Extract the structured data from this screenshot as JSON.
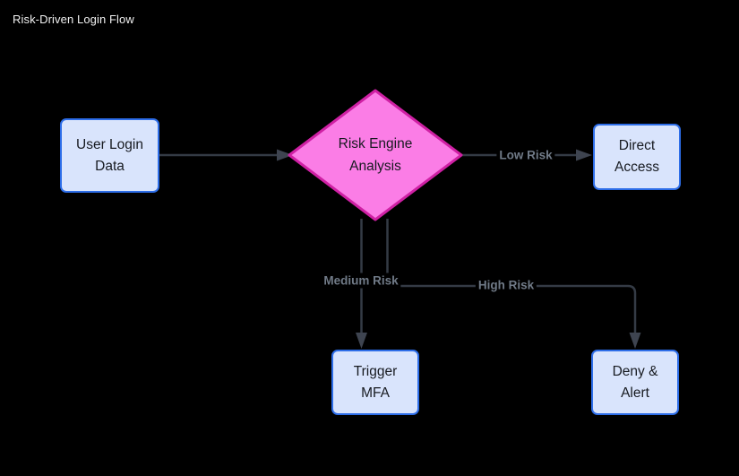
{
  "title": "Risk-Driven Login Flow",
  "flowchart": {
    "nodes": [
      {
        "id": "user-login-data",
        "label": "User Login Data",
        "type": "process"
      },
      {
        "id": "risk-engine-analysis",
        "label": "Risk Engine Analysis",
        "type": "decision"
      },
      {
        "id": "direct-access",
        "label": "Direct Access",
        "type": "process"
      },
      {
        "id": "trigger-mfa",
        "label": "Trigger MFA",
        "type": "process"
      },
      {
        "id": "deny-alert",
        "label": "Deny & Alert",
        "type": "process"
      }
    ],
    "edges": [
      {
        "from": "user-login-data",
        "to": "risk-engine-analysis",
        "label": ""
      },
      {
        "from": "risk-engine-analysis",
        "to": "direct-access",
        "label": "Low Risk"
      },
      {
        "from": "risk-engine-analysis",
        "to": "trigger-mfa",
        "label": "Medium Risk"
      },
      {
        "from": "risk-engine-analysis",
        "to": "deny-alert",
        "label": "High Risk"
      }
    ]
  },
  "colors": {
    "background": "#000000",
    "process_fill": "#d9e4fc",
    "process_stroke": "#2d6de8",
    "decision_fill": "#fb7de6",
    "decision_stroke": "#cf20a4",
    "edge_line": "#343b45",
    "arrowhead": "#3e4450",
    "edge_label_text": "#707a87",
    "node_text": "#171a20",
    "title_text": "#f0f0f0"
  }
}
